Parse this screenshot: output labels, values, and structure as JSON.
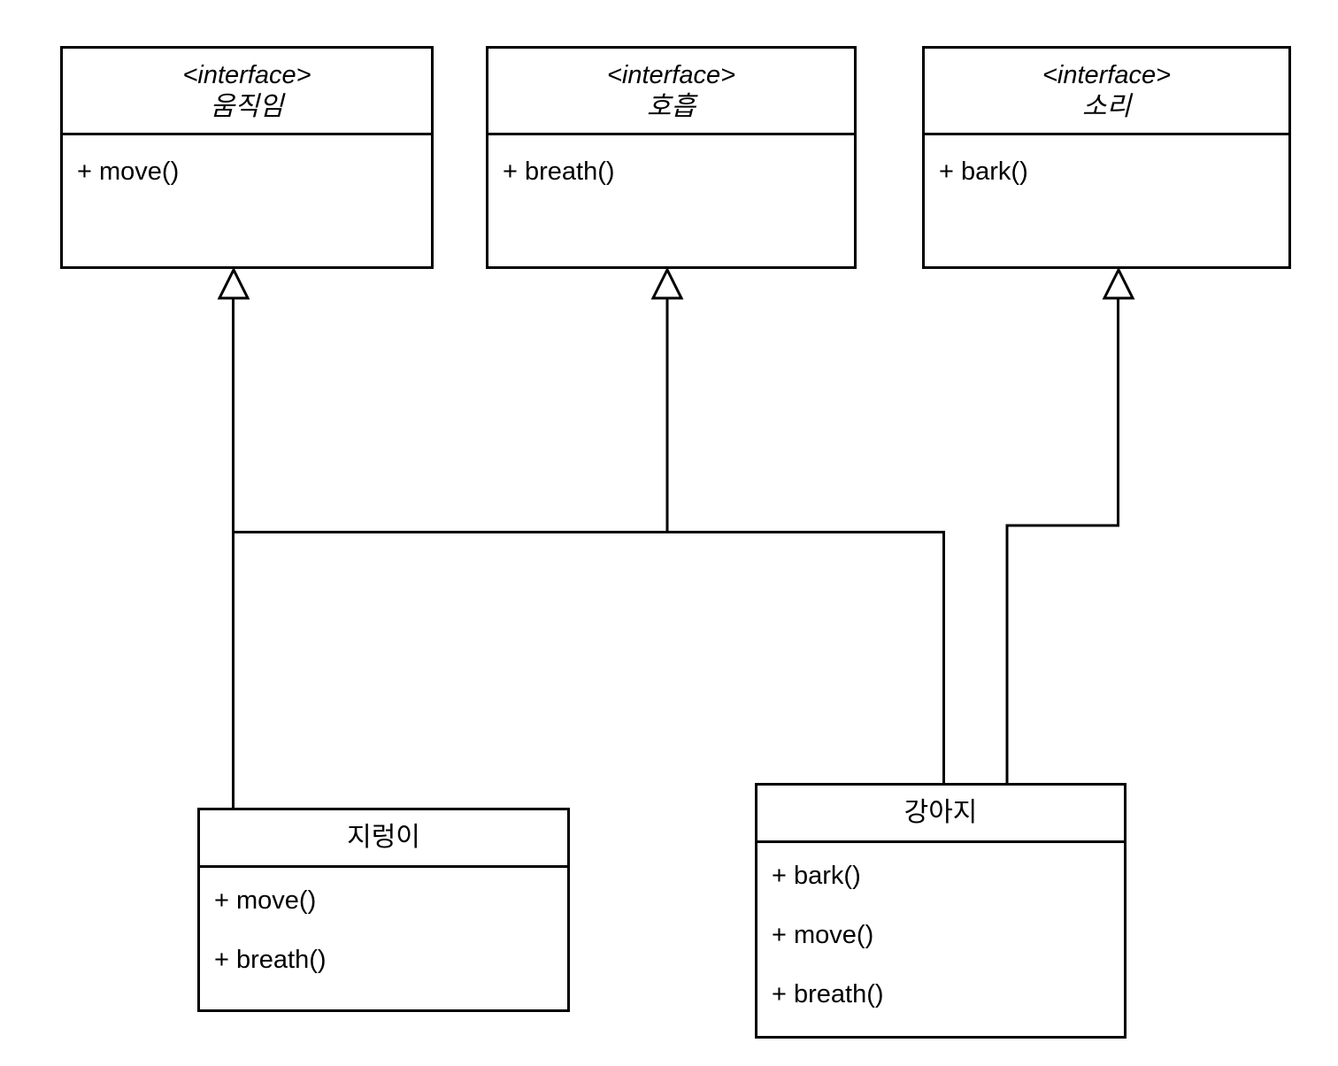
{
  "diagram": {
    "type": "uml-class-diagram",
    "colors": {
      "line": "#000000",
      "background": "#ffffff",
      "box_fill": "#ffffff",
      "text": "#000000"
    },
    "interfaces": [
      {
        "stereotype": "<interface>",
        "name": "움직임",
        "members": [
          "+ move()"
        ]
      },
      {
        "stereotype": "<interface>",
        "name": "호흡",
        "members": [
          "+ breath()"
        ]
      },
      {
        "stereotype": "<interface>",
        "name": "소리",
        "members": [
          "+ bark()"
        ]
      }
    ],
    "classes": [
      {
        "name": "지렁이",
        "members": [
          "+ move()",
          "+ breath()"
        ]
      },
      {
        "name": "강아지",
        "members": [
          "+ bark()",
          "+ move()",
          "+ breath()"
        ]
      }
    ],
    "relationships": [
      {
        "from": "지렁이",
        "to": "움직임",
        "kind": "realization"
      },
      {
        "from": "지렁이",
        "to": "호흡",
        "kind": "realization"
      },
      {
        "from": "강아지",
        "to": "움직임",
        "kind": "realization"
      },
      {
        "from": "강아지",
        "to": "호흡",
        "kind": "realization"
      },
      {
        "from": "강아지",
        "to": "소리",
        "kind": "realization"
      }
    ]
  }
}
